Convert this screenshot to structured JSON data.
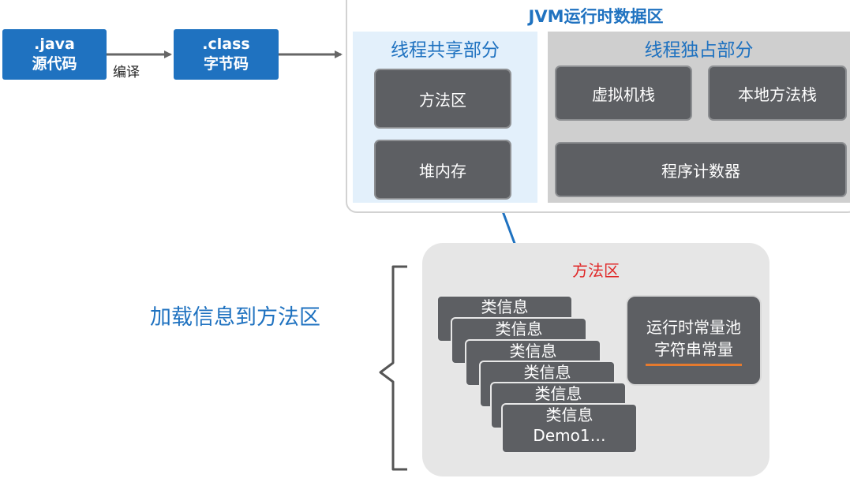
{
  "source": {
    "java_box": {
      "line1": ".java",
      "line2": "源代码"
    },
    "compile_label": "编译",
    "class_box": {
      "line1": ".class",
      "line2": "字节码"
    }
  },
  "jvm": {
    "title": "JVM运行时数据区",
    "shared": {
      "title": "线程共享部分",
      "method_area": "方法区",
      "heap": "堆内存"
    },
    "private": {
      "title": "线程独占部分",
      "vm_stack": "虚拟机栈",
      "native_stack": "本地方法栈",
      "pc_register": "程序计数器"
    }
  },
  "method_area_detail": {
    "title": "方法区",
    "class_cards": [
      "类信息",
      "类信息",
      "类信息",
      "类信息",
      "类信息",
      "类信息"
    ],
    "last_card_sub": "Demo1…",
    "pool_line1": "运行时常量池",
    "pool_line2": "字符串常量"
  },
  "load_label": "加载信息到方法区",
  "colors": {
    "blue": "#1f72c0",
    "dark_box": "#5d5f63",
    "red_title": "#e02a2a",
    "orange_underline": "#e57a2e"
  }
}
